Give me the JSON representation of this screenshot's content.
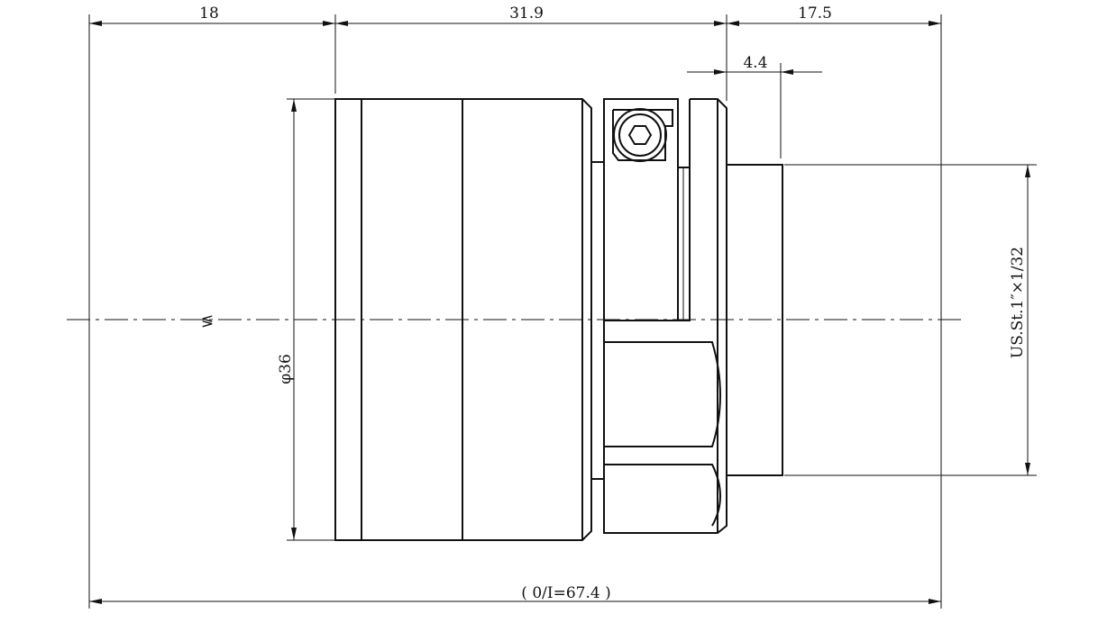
{
  "dimensions": {
    "left_length": "18",
    "middle_length": "31.9",
    "right_length": "17.5",
    "flange_offset": "4.4",
    "diameter": "φ36",
    "thread": "US.St.1″×1/32",
    "overall_length": "( 0/I=67.4 )"
  },
  "break_symbol": "≶",
  "colors": {
    "line": "#111111",
    "background": "#ffffff"
  }
}
